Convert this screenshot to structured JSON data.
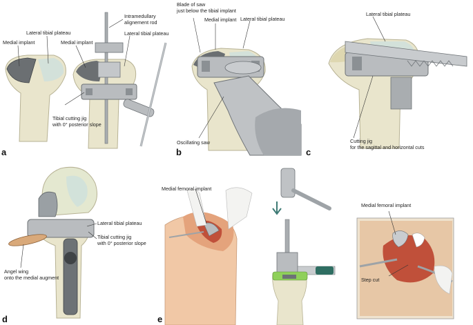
{
  "panels": {
    "a": {
      "letter": "a",
      "labels": {
        "medial_implant_left": "Medial implant",
        "lateral_plateau_left": "Lateral tibial plateau",
        "medial_implant_right": "Medial implant",
        "rod_1": "Intramedullary",
        "rod_2": "alignement rod",
        "lateral_plateau_right": "Lateral tibial plateau",
        "jig_1": "Tibial cutting jig",
        "jig_2": "with 0° posterior slope"
      }
    },
    "b": {
      "letter": "b",
      "labels": {
        "blade_1": "Blade of saw",
        "blade_2": "just below the tibial implant",
        "medial_implant": "Medial implant",
        "lateral_plateau": "Lateral tibial plateau",
        "saw": "Oscillating saw"
      }
    },
    "c": {
      "letter": "c",
      "labels": {
        "lateral_plateau": "Lateral tibial plateau",
        "jig_1": "Cutting jig",
        "jig_2": "for the sagittal and horizontal cuts"
      }
    },
    "d": {
      "letter": "d",
      "labels": {
        "lateral_plateau": "Lateral tibial plateau",
        "jig_1": "Tibial cutting jig",
        "jig_2": "with 0° posterior slope",
        "wing_1": "Angel wing",
        "wing_2": "onto the medial augment"
      }
    },
    "e": {
      "letter": "e",
      "labels": {
        "femoral_left": "Medial femoral implant",
        "femoral_right": "Medial femoral implant",
        "step_cut": "Step cut"
      }
    }
  },
  "colors": {
    "bone": "#e9e5cc",
    "bone_shadow": "#c9c4a4",
    "metal": "#b9bcbf",
    "metal_dark": "#6d7276",
    "plateau": "#cfe0dc",
    "wing": "#d9a97a",
    "tissue": "#e4a37c",
    "blood": "#c0503a",
    "handle": "#2f6e62",
    "green_ring": "#8fd05a"
  }
}
